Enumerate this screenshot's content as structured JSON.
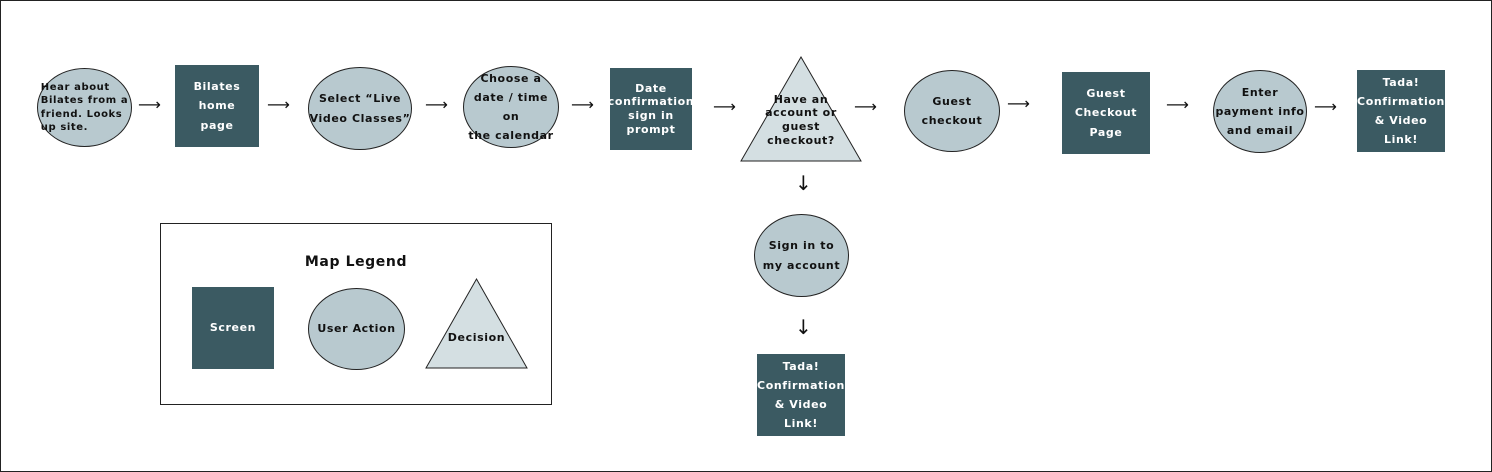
{
  "flow": {
    "step1": "Hear about\nBilates from a\nfriend. Looks\nup site.",
    "step2": "Bilates\nhome\npage",
    "step3": "Select “Live\nVideo Classes”",
    "step4": "Choose a\ndate / time on\nthe calendar",
    "step5": "Date\nconfirmation\nsign in\nprompt",
    "decision": "Have an\naccount or\nguest\ncheckout?",
    "step6": "Guest\ncheckout",
    "step7": "Guest\nCheckout\nPage",
    "step8": "Enter\npayment info\nand email",
    "step9": "Tada!\nConfirmation\n& Video Link!",
    "branch1": "Sign in to\nmy account",
    "branch2": "Tada!\nConfirmation\n& Video Link!",
    "arrow_right": "⟶",
    "arrow_down": "↓"
  },
  "legend": {
    "title": "Map Legend",
    "screen": "Screen",
    "action": "User Action",
    "decision": "Decision"
  },
  "colors": {
    "screen": "#3b5a62",
    "action": "#b8c9cf",
    "decision": "#d4dfe2"
  }
}
